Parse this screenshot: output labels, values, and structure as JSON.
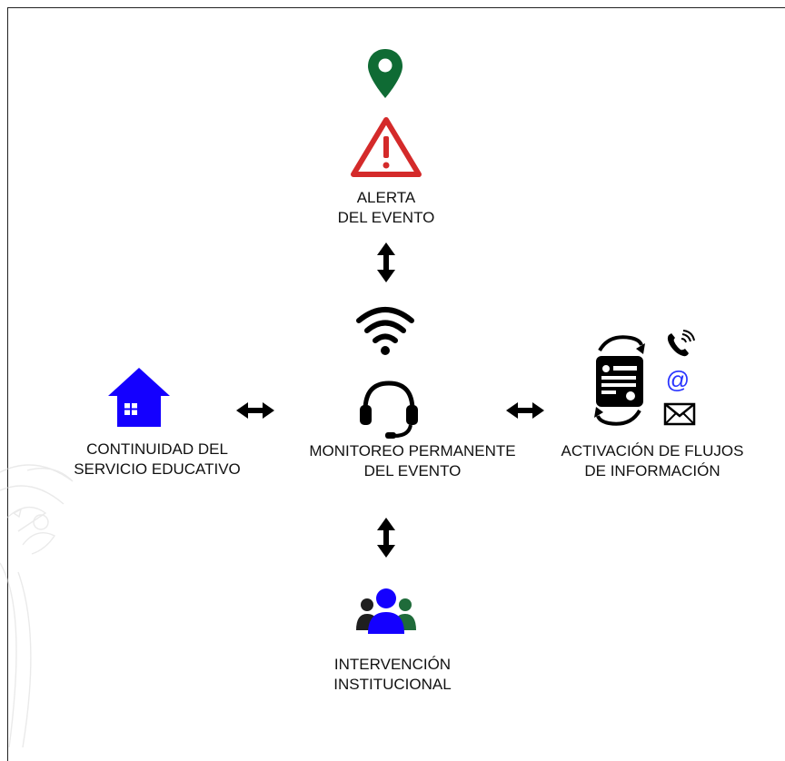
{
  "nodes": {
    "alert": {
      "label": "ALERTA\nDEL EVENTO"
    },
    "monitor": {
      "label": "MONITOREO PERMANENTE\nDEL EVENTO"
    },
    "continuity": {
      "label": "CONTINUIDAD DEL\nSERVICIO EDUCATIVO"
    },
    "flows": {
      "label": "ACTIVACIÓN DE FLUJOS\nDE INFORMACIÓN",
      "at_symbol": "@"
    },
    "intervention": {
      "label": "INTERVENCIÓN\nINSTITUCIONAL"
    }
  },
  "colors": {
    "pin": "#0f6b34",
    "alert_red": "#d42a2a",
    "house_blue": "#1400ff",
    "at_blue": "#2a35ff",
    "people_blue": "#1400ff",
    "people_green": "#1f6b3a",
    "ink": "#000000"
  },
  "icons": [
    "map-pin-icon",
    "warning-triangle-icon",
    "wifi-icon",
    "headset-icon",
    "house-icon",
    "sync-document-icon",
    "phone-icon",
    "at-icon",
    "envelope-icon",
    "people-group-icon"
  ]
}
